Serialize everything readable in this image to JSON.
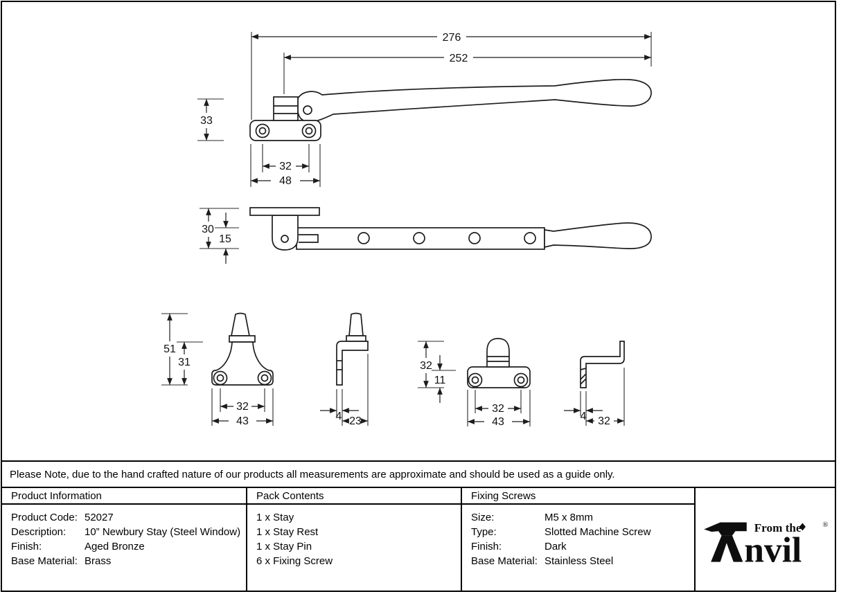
{
  "note": "Please Note, due to the hand crafted nature of our products all measurements are approximate and should be used as a guide only.",
  "table": {
    "product_information": {
      "title": "Product Information",
      "rows": [
        {
          "label": "Product Code:",
          "value": "52027"
        },
        {
          "label": "Description:",
          "value": "10” Newbury Stay (Steel Window)"
        },
        {
          "label": "Finish:",
          "value": "Aged Bronze"
        },
        {
          "label": "Base Material:",
          "value": "Brass"
        }
      ]
    },
    "pack_contents": {
      "title": "Pack Contents",
      "items": [
        "1 x Stay",
        "1 x Stay Rest",
        "1 x Stay Pin",
        "6 x Fixing Screw"
      ]
    },
    "fixing_screws": {
      "title": "Fixing Screws",
      "rows": [
        {
          "label": "Size:",
          "value": "M5 x 8mm"
        },
        {
          "label": "Type:",
          "value": "Slotted Machine Screw"
        },
        {
          "label": "Finish:",
          "value": "Dark"
        },
        {
          "label": "Base Material:",
          "value": "Stainless Steel"
        }
      ]
    }
  },
  "logo": {
    "tagline": "From the",
    "brand_display": "nvil",
    "registered": "®"
  },
  "drawings": {
    "stay_side": {
      "length_overall": "276",
      "length_arm": "252",
      "height": "33",
      "hole_spacing": "32",
      "base_width": "48"
    },
    "stay_top": {
      "height_overall": "30",
      "bar_width": "15"
    },
    "stay_pin_front": {
      "height_overall": "51",
      "height_body": "31",
      "hole_spacing": "32",
      "base_width": "43"
    },
    "stay_pin_side": {
      "thickness": "4",
      "depth": "23"
    },
    "stay_rest_front": {
      "height_overall": "32",
      "height_base": "11",
      "hole_spacing": "32",
      "base_width": "43"
    },
    "stay_rest_side": {
      "thickness": "4",
      "depth": "32"
    }
  },
  "colors": {
    "line": "#1c1c1c",
    "border": "#000000",
    "background": "#ffffff"
  }
}
